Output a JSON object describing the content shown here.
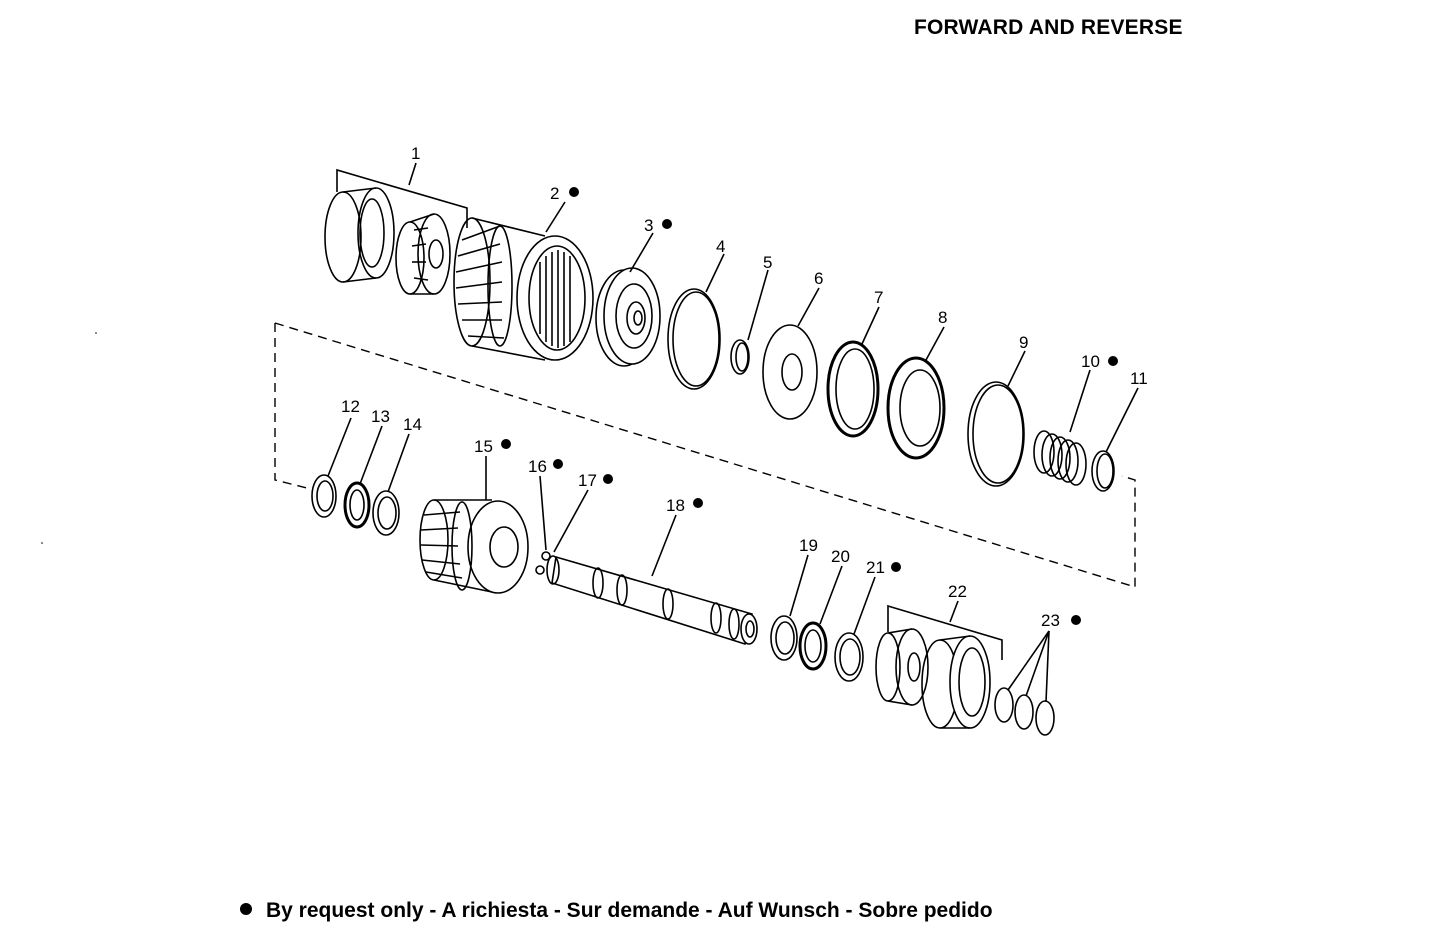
{
  "title": "FORWARD AND REVERSE",
  "footer": "By request only - A richiesta - Sur demande - Auf Wunsch - Sobre pedido",
  "parts": [
    {
      "ref": "1",
      "by_request": false
    },
    {
      "ref": "2",
      "by_request": true
    },
    {
      "ref": "3",
      "by_request": true
    },
    {
      "ref": "4",
      "by_request": false
    },
    {
      "ref": "5",
      "by_request": false
    },
    {
      "ref": "6",
      "by_request": false
    },
    {
      "ref": "7",
      "by_request": false
    },
    {
      "ref": "8",
      "by_request": false
    },
    {
      "ref": "9",
      "by_request": false
    },
    {
      "ref": "10",
      "by_request": true
    },
    {
      "ref": "11",
      "by_request": false
    },
    {
      "ref": "12",
      "by_request": false
    },
    {
      "ref": "13",
      "by_request": false
    },
    {
      "ref": "14",
      "by_request": false
    },
    {
      "ref": "15",
      "by_request": true
    },
    {
      "ref": "16",
      "by_request": true
    },
    {
      "ref": "17",
      "by_request": true
    },
    {
      "ref": "18",
      "by_request": true
    },
    {
      "ref": "19",
      "by_request": false
    },
    {
      "ref": "20",
      "by_request": false
    },
    {
      "ref": "21",
      "by_request": true
    },
    {
      "ref": "22",
      "by_request": false
    },
    {
      "ref": "23",
      "by_request": true
    }
  ]
}
